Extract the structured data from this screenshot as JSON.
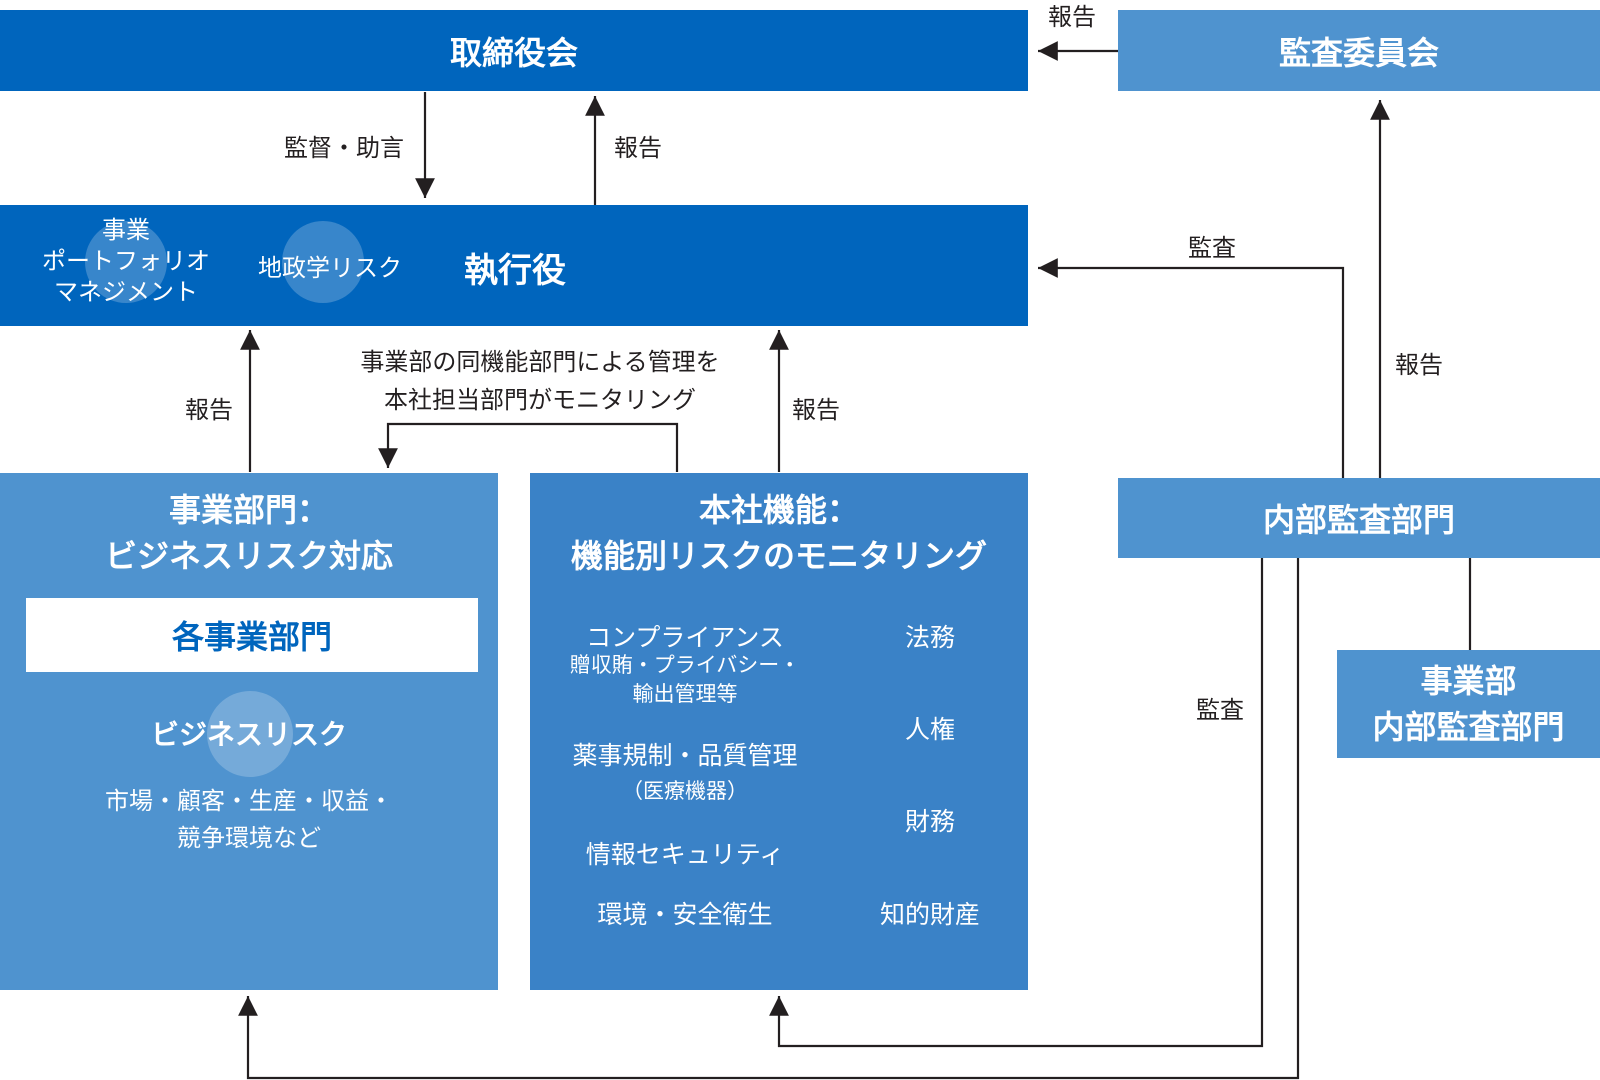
{
  "nodes": {
    "board": "取締役会",
    "audit_committee": "監査委員会",
    "executive": "執行役",
    "portfolio": [
      "事業",
      "ポートフォリオ",
      "マネジメント"
    ],
    "geopolitical": "地政学リスク",
    "business_div": {
      "title1": "事業部門：",
      "title2": "ビジネスリスク対応"
    },
    "each_division": "各事業部門",
    "business_risk": "ビジネスリスク",
    "business_risk_items": [
      "市場・顧客・生産・収益・",
      "競争環境など"
    ],
    "hq": {
      "title1": "本社機能：",
      "title2": "機能別リスクのモニタリング"
    },
    "internal_audit": "内部監査部門",
    "division_internal_audit": [
      "事業部",
      "内部監査部門"
    ]
  },
  "hq_functions": {
    "compliance": "コンプライアンス",
    "compliance_sub": [
      "贈収賄・プライバシー・",
      "輸出管理等"
    ],
    "pharma": "薬事規制・品質管理",
    "pharma_sub": "（医療機器）",
    "infosec": "情報セキュリティ",
    "environment": "環境・安全衛生",
    "legal": "法務",
    "human_rights": "人権",
    "finance": "財務",
    "ip": "知的財産"
  },
  "edges": {
    "report_to_board_from_committee": "報告",
    "supervise": "監督・助言",
    "report_exec_to_board": "報告",
    "audit_to_exec": "監査",
    "report_to_committee": "報告",
    "report_div_to_exec": "報告",
    "report_hq_to_exec": "報告",
    "monitoring": [
      "事業部の同機能部門による管理を",
      "本社担当部門がモニタリング"
    ],
    "audit_to_units": "監査"
  },
  "colors": {
    "dark_blue": "#0065bd",
    "mid_blue": "#3a82c7",
    "light_blue": "#4f93cf",
    "line": "#231f20"
  }
}
